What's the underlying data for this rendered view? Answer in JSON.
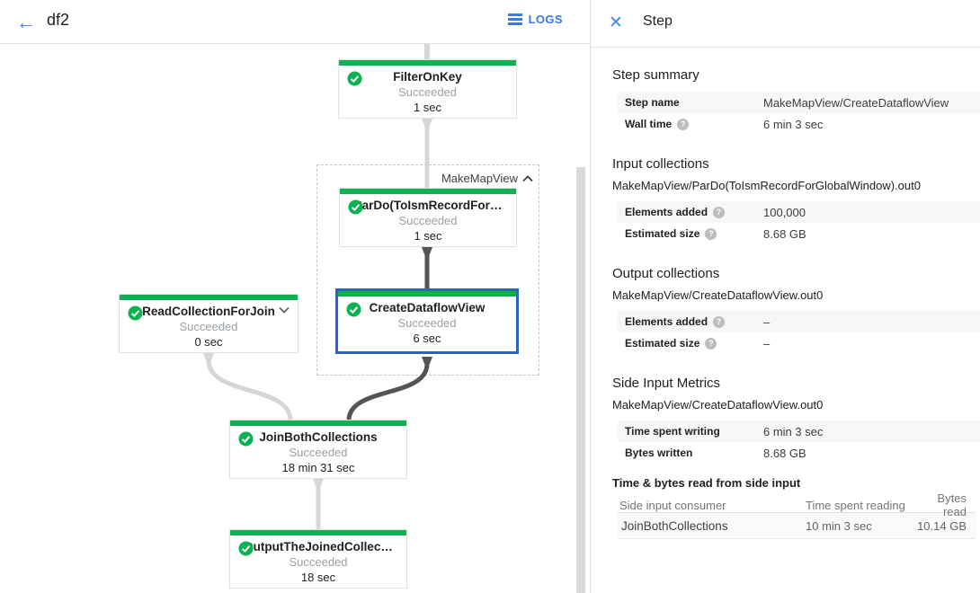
{
  "colors": {
    "accent_blue": "#3b78e8",
    "selection_blue": "#2b62c9",
    "success_green": "#0cb152",
    "edge_light": "#d6d6d6",
    "edge_dark": "#545454"
  },
  "icons": {
    "back": "←",
    "close": "✕",
    "help": "?",
    "logs": "list-bars",
    "check": "check-circle"
  },
  "toolbar": {
    "title": "df2",
    "logs_label": "LOGS"
  },
  "graph": {
    "group_label": "MakeMapView",
    "nodes": [
      {
        "title": "FilterOnKey",
        "status": "Succeeded",
        "time": "1 sec"
      },
      {
        "title": "ParDo(ToIsmRecordFor…",
        "status": "Succeeded",
        "time": "1 sec"
      },
      {
        "title": "CreateDataflowView",
        "status": "Succeeded",
        "time": "6 sec"
      },
      {
        "title": "ReadCollectionForJoin",
        "status": "Succeeded",
        "time": "0 sec"
      },
      {
        "title": "JoinBothCollections",
        "status": "Succeeded",
        "time": "18 min 31 sec"
      },
      {
        "title": "OutputTheJoinedCollec…",
        "status": "Succeeded",
        "time": "18 sec"
      }
    ]
  },
  "panel": {
    "title": "Step",
    "summary": {
      "heading": "Step summary",
      "rows": [
        {
          "label": "Step name",
          "value": "MakeMapView/CreateDataflowView"
        },
        {
          "label": "Wall time",
          "value": "6 min 3 sec"
        }
      ]
    },
    "input": {
      "heading": "Input collections",
      "collection": "MakeMapView/ParDo(ToIsmRecordForGlobalWindow).out0",
      "rows": [
        {
          "label": "Elements added",
          "value": "100,000"
        },
        {
          "label": "Estimated size",
          "value": "8.68 GB"
        }
      ]
    },
    "output": {
      "heading": "Output collections",
      "collection": "MakeMapView/CreateDataflowView.out0",
      "rows": [
        {
          "label": "Elements added",
          "value": "–"
        },
        {
          "label": "Estimated size",
          "value": "–"
        }
      ]
    },
    "side_input": {
      "heading": "Side Input Metrics",
      "collection": "MakeMapView/CreateDataflowView.out0",
      "rows": [
        {
          "label": "Time spent writing",
          "value": "6 min 3 sec"
        },
        {
          "label": "Bytes written",
          "value": "8.68 GB"
        }
      ]
    },
    "side_table": {
      "heading": "Time & bytes read from side input",
      "columns": [
        "Side input consumer",
        "Time spent reading",
        "Bytes read"
      ],
      "rows": [
        [
          "JoinBothCollections",
          "10 min 3 sec",
          "10.14 GB"
        ]
      ]
    }
  }
}
